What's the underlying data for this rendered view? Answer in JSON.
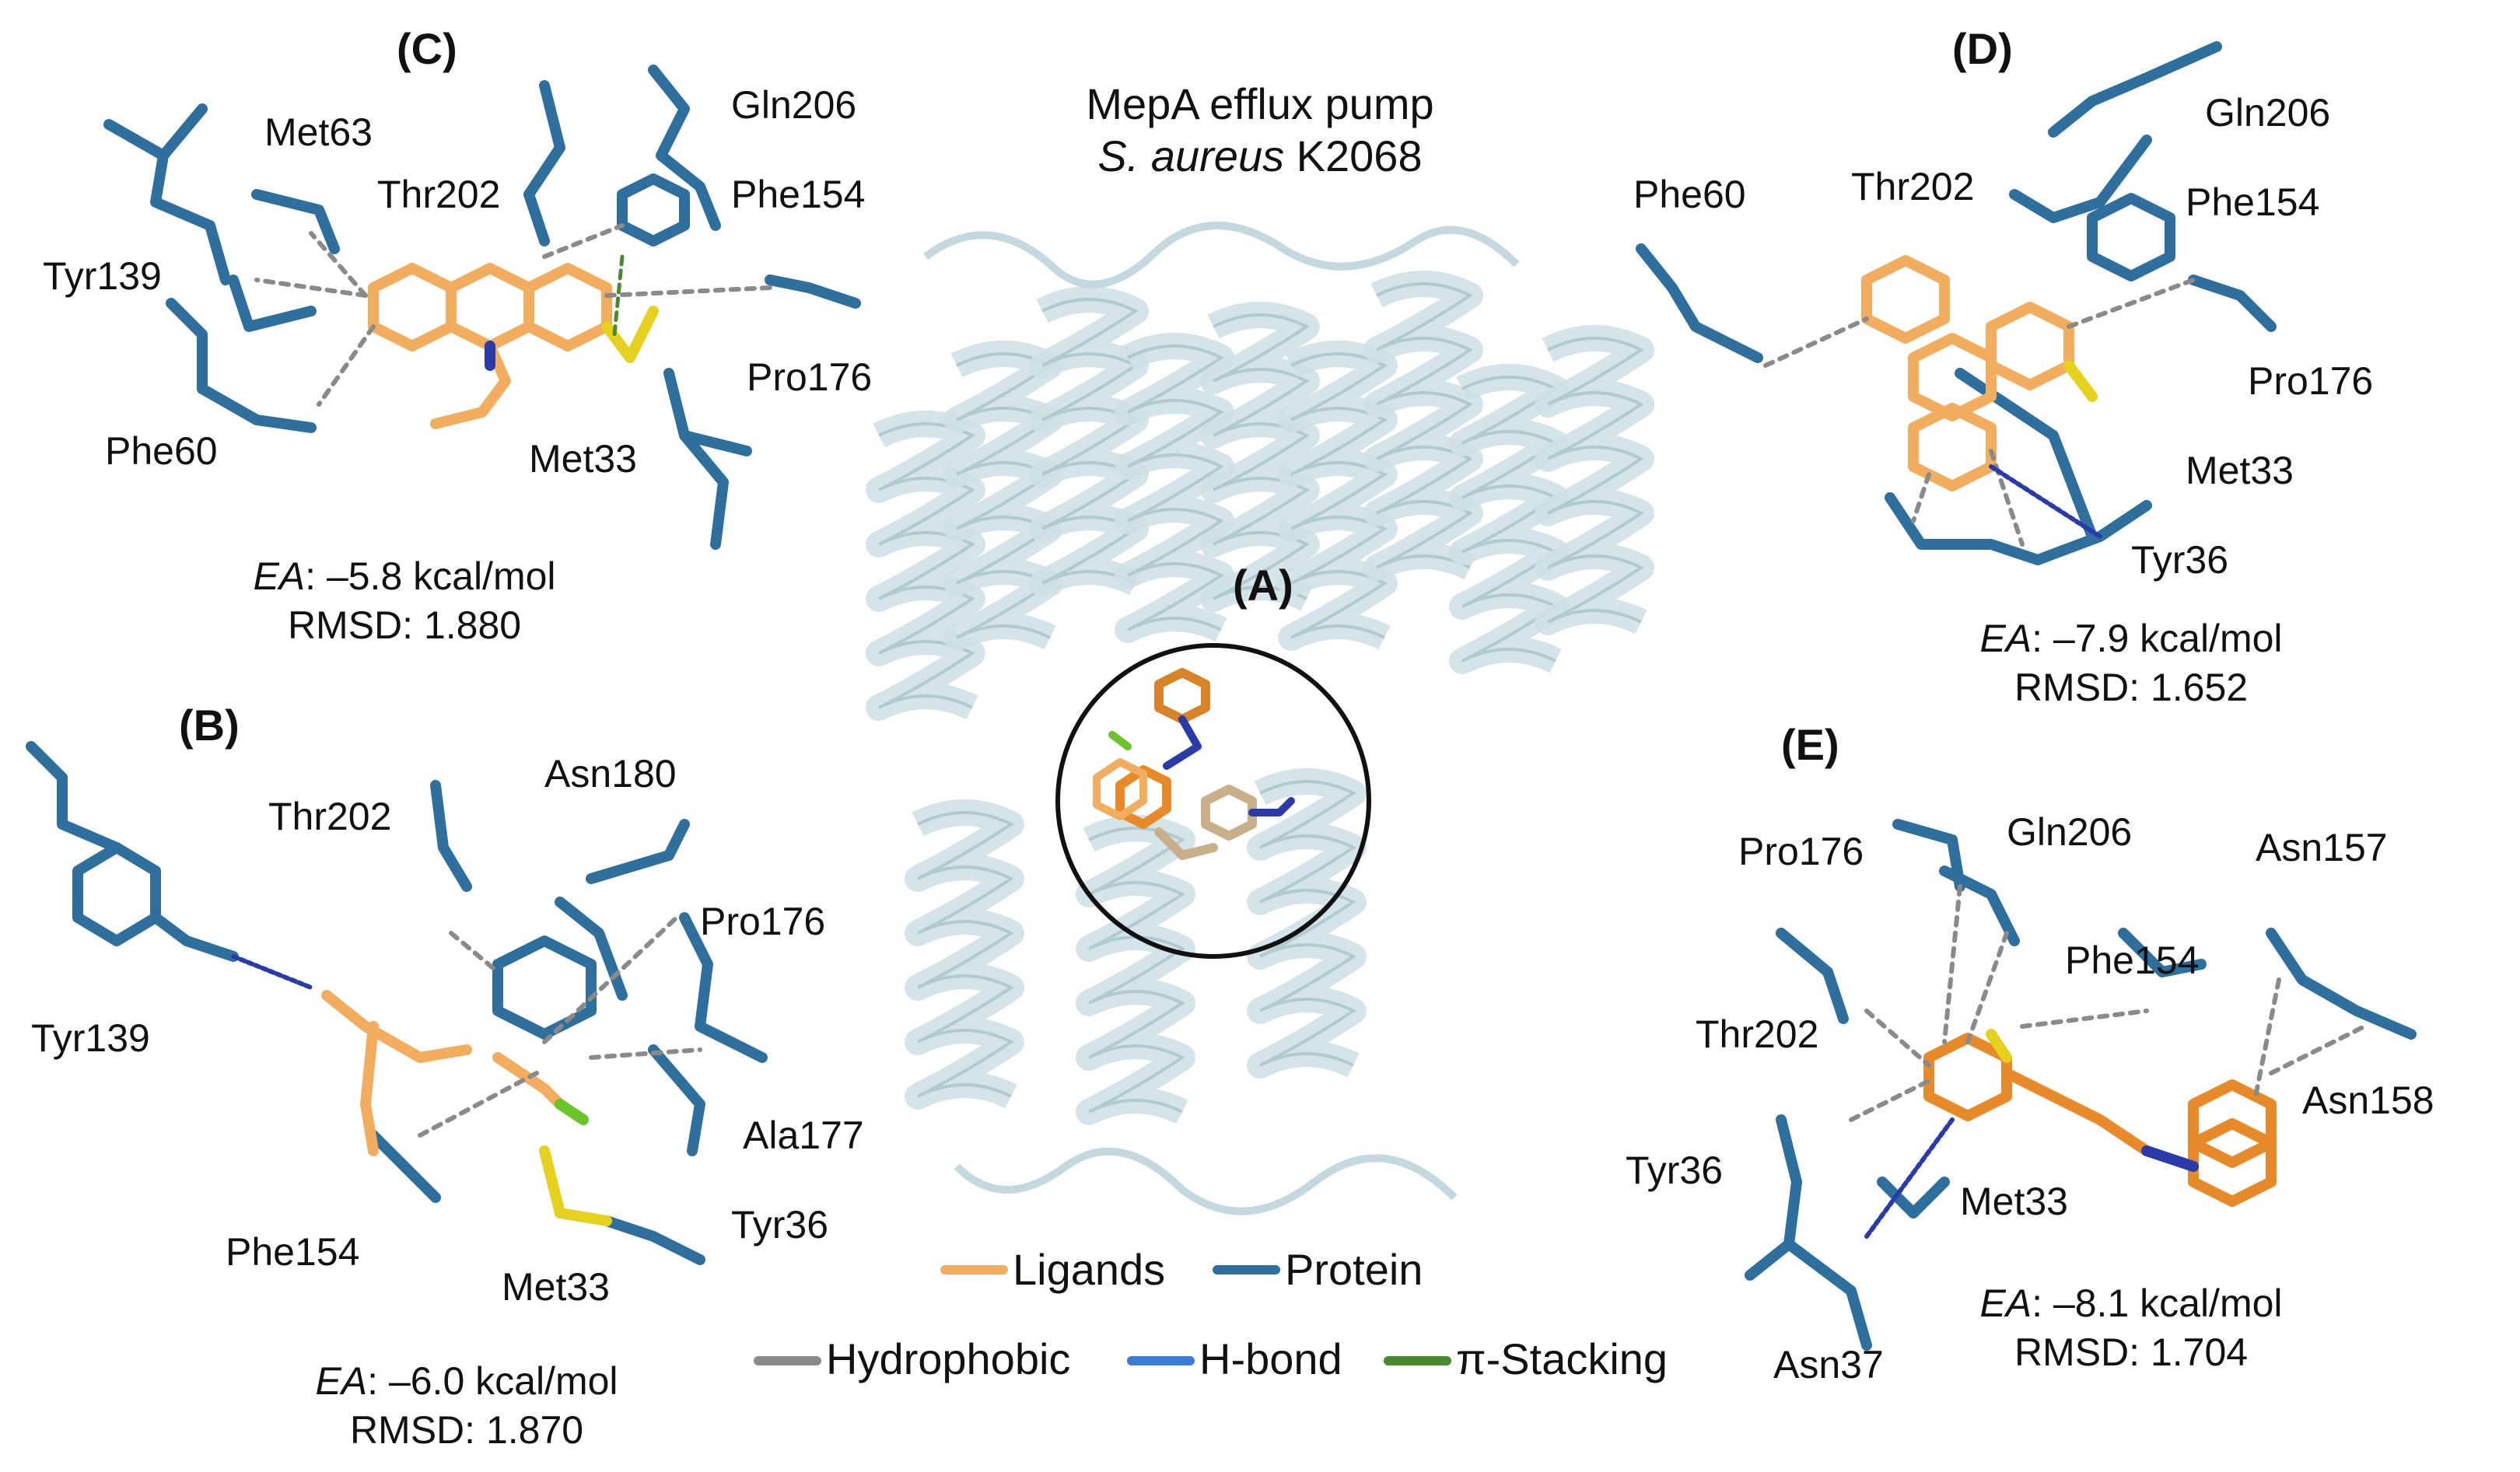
{
  "title": {
    "line1": "MepA efflux pump",
    "line2_italic": "S. aureus",
    "line2_rest": " K2068"
  },
  "panels": {
    "A": {
      "label": "(A)"
    },
    "B": {
      "label": "(B)",
      "residues": [
        "Tyr139",
        "Thr202",
        "Asn180",
        "Pro176",
        "Ala177",
        "Tyr36",
        "Met33",
        "Phe154"
      ],
      "ea_label": "EA",
      "ea_value": ": –6.0 kcal/mol",
      "rmsd": "RMSD: 1.870"
    },
    "C": {
      "label": "(C)",
      "residues": [
        "Met63",
        "Thr202",
        "Gln206",
        "Phe154",
        "Tyr139",
        "Pro176",
        "Phe60",
        "Met33"
      ],
      "ea_label": "EA",
      "ea_value": ": –5.8 kcal/mol",
      "rmsd": "RMSD: 1.880"
    },
    "D": {
      "label": "(D)",
      "residues": [
        "Gln206",
        "Phe60",
        "Thr202",
        "Phe154",
        "Pro176",
        "Met33",
        "Tyr36"
      ],
      "ea_label": "EA",
      "ea_value": ": –7.9 kcal/mol",
      "rmsd": "RMSD: 1.652"
    },
    "E": {
      "label": "(E)",
      "residues": [
        "Pro176",
        "Gln206",
        "Asn157",
        "Phe154",
        "Thr202",
        "Asn158",
        "Tyr36",
        "Met33",
        "Asn37"
      ],
      "ea_label": "EA",
      "ea_value": ": –8.1 kcal/mol",
      "rmsd": "RMSD: 1.704"
    }
  },
  "legend": {
    "ligands": "Ligands",
    "protein": "Protein",
    "hydrophobic": "Hydrophobic",
    "hbond": "H-bond",
    "pistacking": "π-Stacking"
  },
  "colors": {
    "ligand": "#f2ad5e",
    "protein": "#2e6f9e",
    "hydrophobic": "#8a8a8a",
    "hbond": "#3a7bd5",
    "pistacking": "#4a8a2e",
    "helix": "#b9d2d8",
    "oxygen": "#e23a2a",
    "nitrogen": "#2a3aa8",
    "sulfur": "#e6d21e",
    "chlorine": "#6ac42a"
  }
}
